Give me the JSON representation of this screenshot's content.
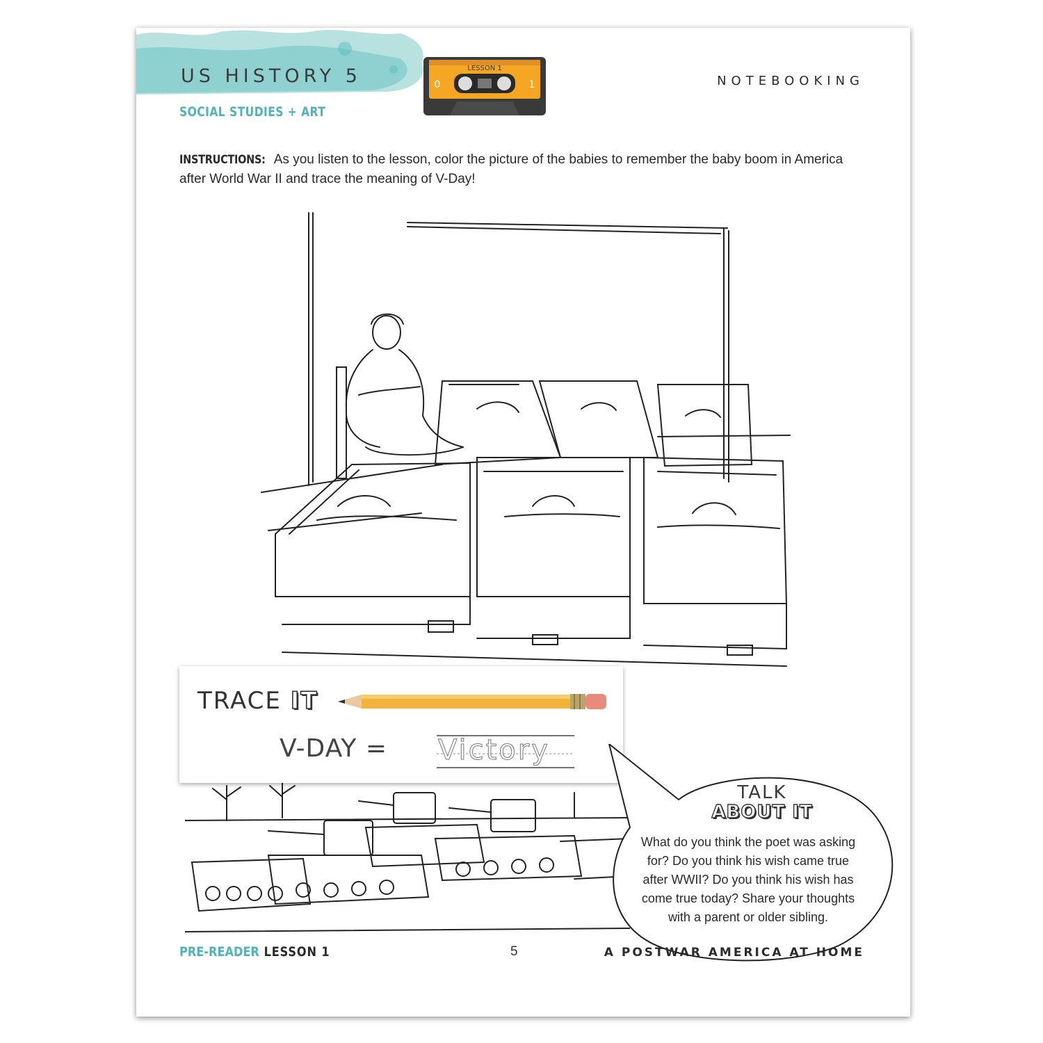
{
  "header": {
    "course_title": "US HISTORY 5",
    "subject": "SOCIAL STUDIES + ART",
    "cassette_label": "LESSON 1",
    "cassette_number_left": "0",
    "cassette_number_right": "1",
    "section_label": "NOTEBOOKING"
  },
  "instructions": {
    "lead": "INSTRUCTIONS:",
    "text": " As you listen to the lesson, color the picture of the babies to remember the baby boom in America after World War II and trace the meaning of V-Day!"
  },
  "trace": {
    "title_plain": "TRACE ",
    "title_outlined": "IT",
    "equation": "V-DAY =",
    "trace_word": "Victory"
  },
  "talk": {
    "title_line1": "TALK",
    "title_line2": "ABOUT IT",
    "text": "What do you think the poet was asking for? Do you think his wish came true after WWII? Do you think his wish has come true today? Share your thoughts with a parent or older sibling."
  },
  "footer": {
    "grade": "PRE-READER",
    "lesson": "LESSON 1",
    "page_number": "5",
    "unit_title": "A POSTWAR AMERICA AT HOME"
  },
  "colors": {
    "accent_teal": "#4fb3bd",
    "cassette_orange": "#f5a623",
    "pencil_yellow": "#f2b23c"
  },
  "icons": [
    "cassette-tape-icon",
    "pencil-icon"
  ]
}
